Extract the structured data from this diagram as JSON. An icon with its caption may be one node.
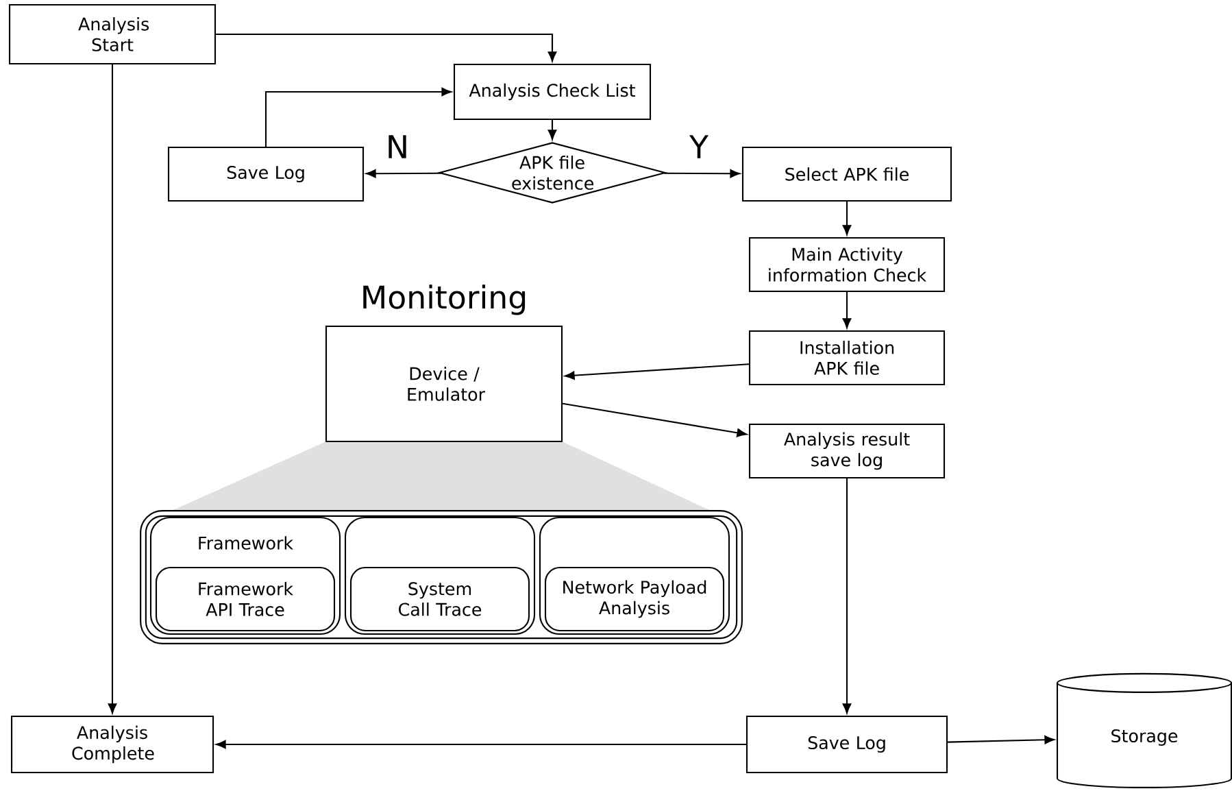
{
  "diagram": {
    "nodes": [
      {
        "text": [
          "Analysis Start"
        ]
      },
      {
        "text": [
          "Analysis Check List"
        ]
      },
      {
        "text": [
          "Save Log"
        ]
      },
      {
        "text": [
          "APK file existence"
        ]
      },
      {
        "text": [
          "Select APK file"
        ]
      },
      {
        "text": [
          "Main Activity information Check"
        ]
      },
      {
        "text": [
          "Monitoring",
          "Device / Emulator"
        ]
      },
      {
        "text": [
          "Installation APK file"
        ]
      },
      {
        "text": [
          "Analysis result save log"
        ]
      },
      {
        "text": [],
        "shape": "box"
      },
      {
        "text": [
          "Framework"
        ],
        "in": 9
      },
      {
        "text": [
          "Framework API Trace"
        ],
        "in": 10
      },
      {
        "text": [],
        "shape": "box",
        "in": 9
      },
      {
        "text": [
          "System Call Trace"
        ],
        "in": 12
      },
      {
        "text": [],
        "shape": "box",
        "in": 9
      },
      {
        "text": [
          "Network Payload Analysis"
        ],
        "in": 14
      },
      {
        "text": [
          "Analysis Complete"
        ]
      },
      {
        "text": [
          "Save Log"
        ]
      },
      {
        "text": [
          "Storage"
        ]
      }
    ],
    "edges": [
      {
        "from": 0,
        "to": 1,
        "arrow": "to"
      },
      {
        "from": 1,
        "to": 3,
        "arrow": "to"
      },
      {
        "from": 3,
        "to": 2,
        "arrow": "to",
        "label": "N"
      },
      {
        "from": 3,
        "to": 4,
        "arrow": "to",
        "label": "Y"
      },
      {
        "from": 2,
        "to": 1,
        "arrow": "to"
      },
      {
        "from": 4,
        "to": 5,
        "arrow": "to"
      },
      {
        "from": 5,
        "to": 7,
        "arrow": "to"
      },
      {
        "from": 7,
        "to": 6,
        "arrow": "to"
      },
      {
        "from": 6,
        "to": 8,
        "arrow": "to"
      },
      {
        "from": 8,
        "to": 17,
        "arrow": "to"
      },
      {
        "from": 17,
        "to": 16,
        "arrow": "to"
      },
      {
        "from": 17,
        "to": 18,
        "arrow": "to"
      },
      {
        "from": 0,
        "to": 16,
        "arrow": "to"
      }
    ]
  }
}
